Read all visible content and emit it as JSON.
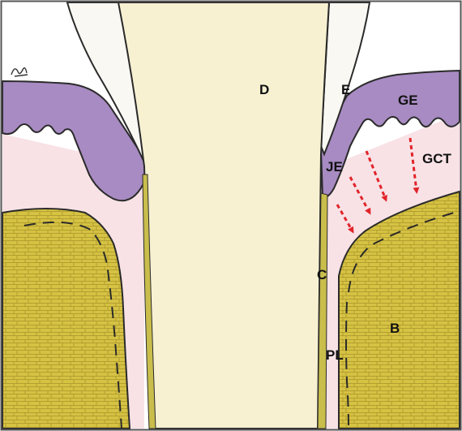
{
  "labels": {
    "dentin": "D",
    "enamel": "E",
    "gingival_epithelium": "GE",
    "gingival_connective_tissue": "GCT",
    "junctional_epithelium": "JE",
    "cementum": "C",
    "bone": "B",
    "periodontal_ligament": "PL"
  },
  "colors": {
    "dentin": "#f7f1d2",
    "enamel": "#f9f8f3",
    "epithelium": "#a88bc2",
    "connective_tissue": "#f8e2e6",
    "bone": "#d6c243",
    "ligament_cementum": "#c9bd4c",
    "arrow": "#e1242b",
    "outline": "#2a2a2a",
    "frame": "#555555"
  },
  "arrows": {
    "count": 4,
    "style": "dashed"
  }
}
